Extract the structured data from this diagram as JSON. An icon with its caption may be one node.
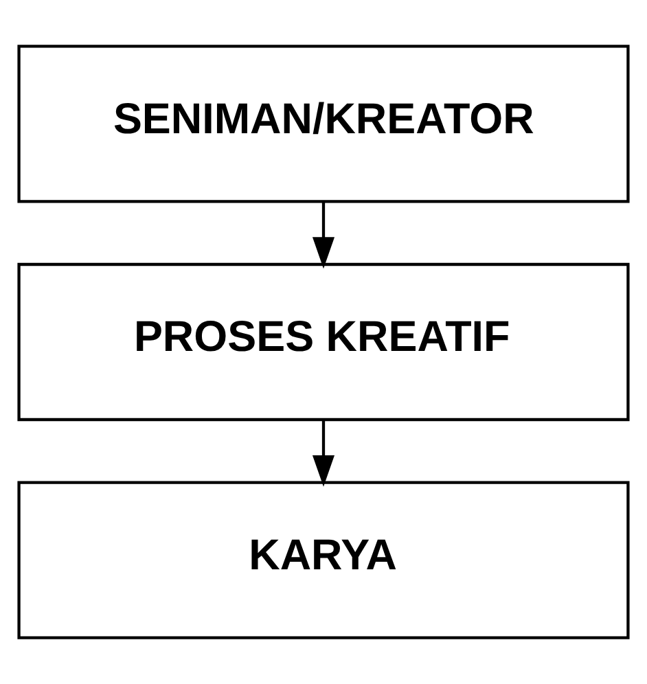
{
  "diagram": {
    "nodes": [
      {
        "text": [
          "SENIMAN/KREATOR"
        ]
      },
      {
        "text": [
          "PROSES KREATIF"
        ]
      },
      {
        "text": [
          "KARYA"
        ]
      }
    ],
    "edges": [
      {
        "from": 0,
        "to": 1,
        "arrow": "to"
      },
      {
        "from": 1,
        "to": 2,
        "arrow": "to"
      }
    ]
  }
}
